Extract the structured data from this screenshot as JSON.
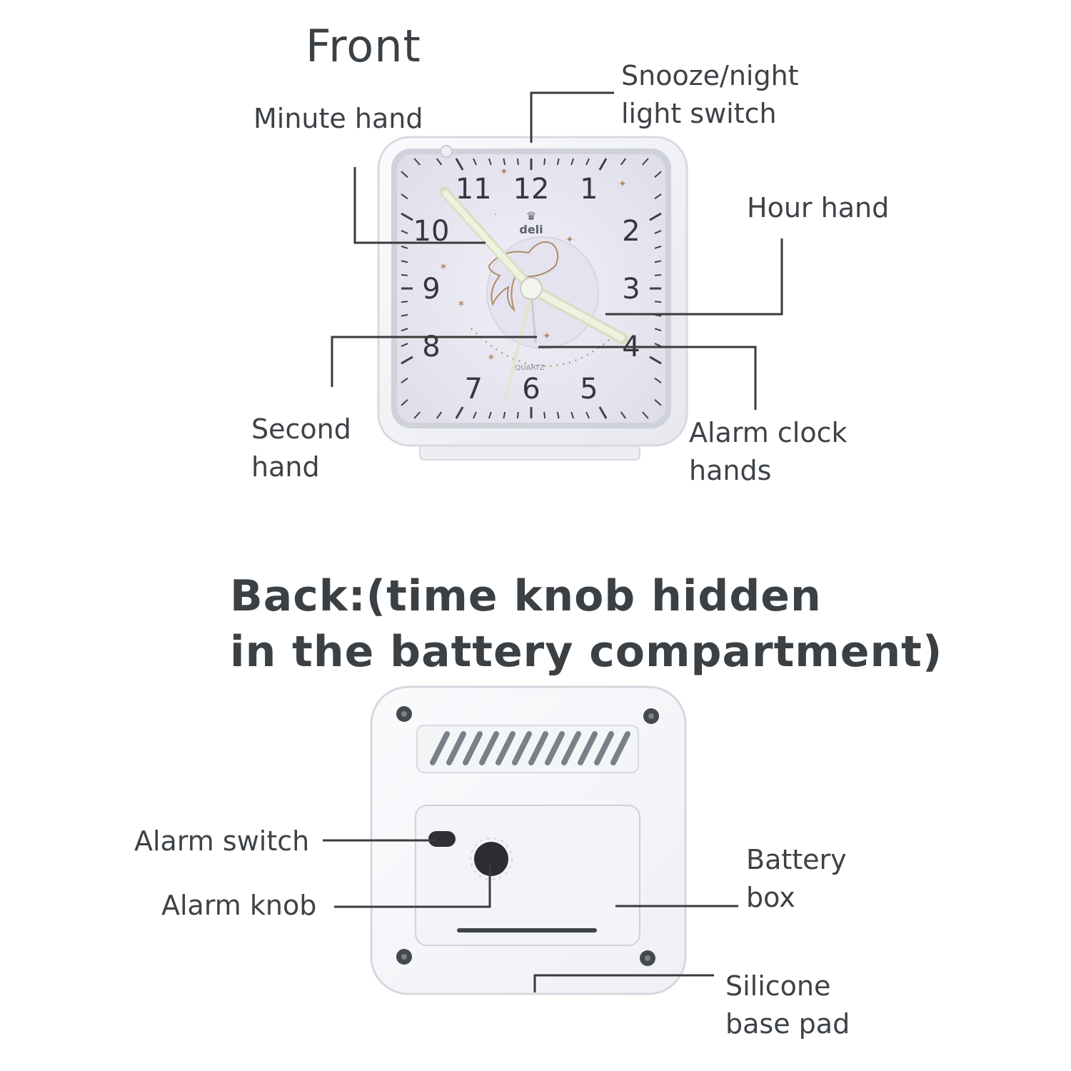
{
  "front": {
    "title": "Front",
    "labels": {
      "minute_hand": "Minute hand",
      "snooze_switch": "Snooze/night\nlight switch",
      "hour_hand": "Hour hand",
      "second_hand": "Second\nhand",
      "alarm_hands": "Alarm clock\nhands"
    },
    "dial": {
      "numerals": [
        "12",
        "1",
        "2",
        "3",
        "4",
        "5",
        "6",
        "7",
        "8",
        "9",
        "10",
        "11"
      ],
      "brand": "deli",
      "movement": "QUARTZ"
    }
  },
  "back": {
    "title": "Back:(time knob hidden\nin the battery compartment)",
    "labels": {
      "alarm_switch": "Alarm switch",
      "alarm_knob": "Alarm knob",
      "battery_box": "Battery\nbox",
      "base_pad": "Silicone\nbase pad"
    }
  },
  "colors": {
    "text": "#3d4247",
    "leader_line": "#3a3a3a",
    "dial_face": "#e7e6f2",
    "case": "#ffffff",
    "bezel": "#c6c9d2",
    "luminous_hand": "#e9efd6",
    "screw": "#45484d"
  }
}
